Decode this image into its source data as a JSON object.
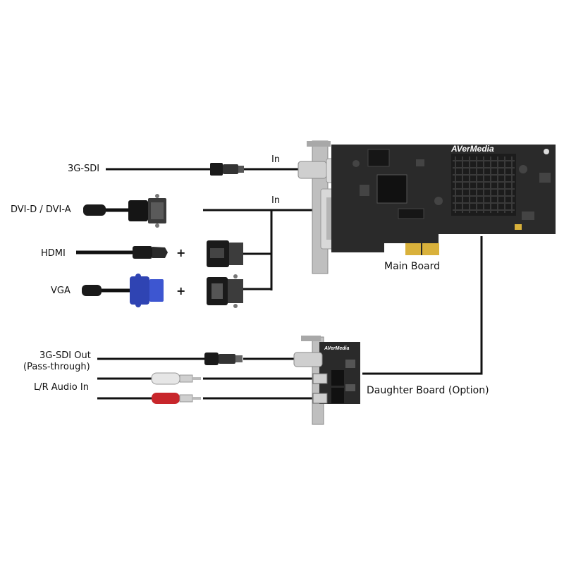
{
  "inputs": {
    "sdi": "3G-SDI",
    "dvi": "DVI-D / DVI-A",
    "hdmi": "HDMI",
    "vga": "VGA"
  },
  "plus": "+",
  "in_label": "In",
  "main_board": {
    "label": "Main Board",
    "brand": "AVerMedia"
  },
  "outputs": {
    "sdi_out": "3G-SDI Out",
    "pass_through": "(Pass-through)",
    "audio": "L/R Audio In"
  },
  "daughter_board": {
    "label": "Daughter Board (Option)",
    "brand": "AVerMedia"
  },
  "colors": {
    "pcb": "#2a2a2a",
    "heatsink": "#1c1c1c",
    "vga_blue": "#2f44b3",
    "rca_white": "#e6e6e6",
    "rca_red": "#c8262b",
    "gold": "#d9b13b",
    "bracket": "#bfbfbf",
    "line": "#111111"
  }
}
